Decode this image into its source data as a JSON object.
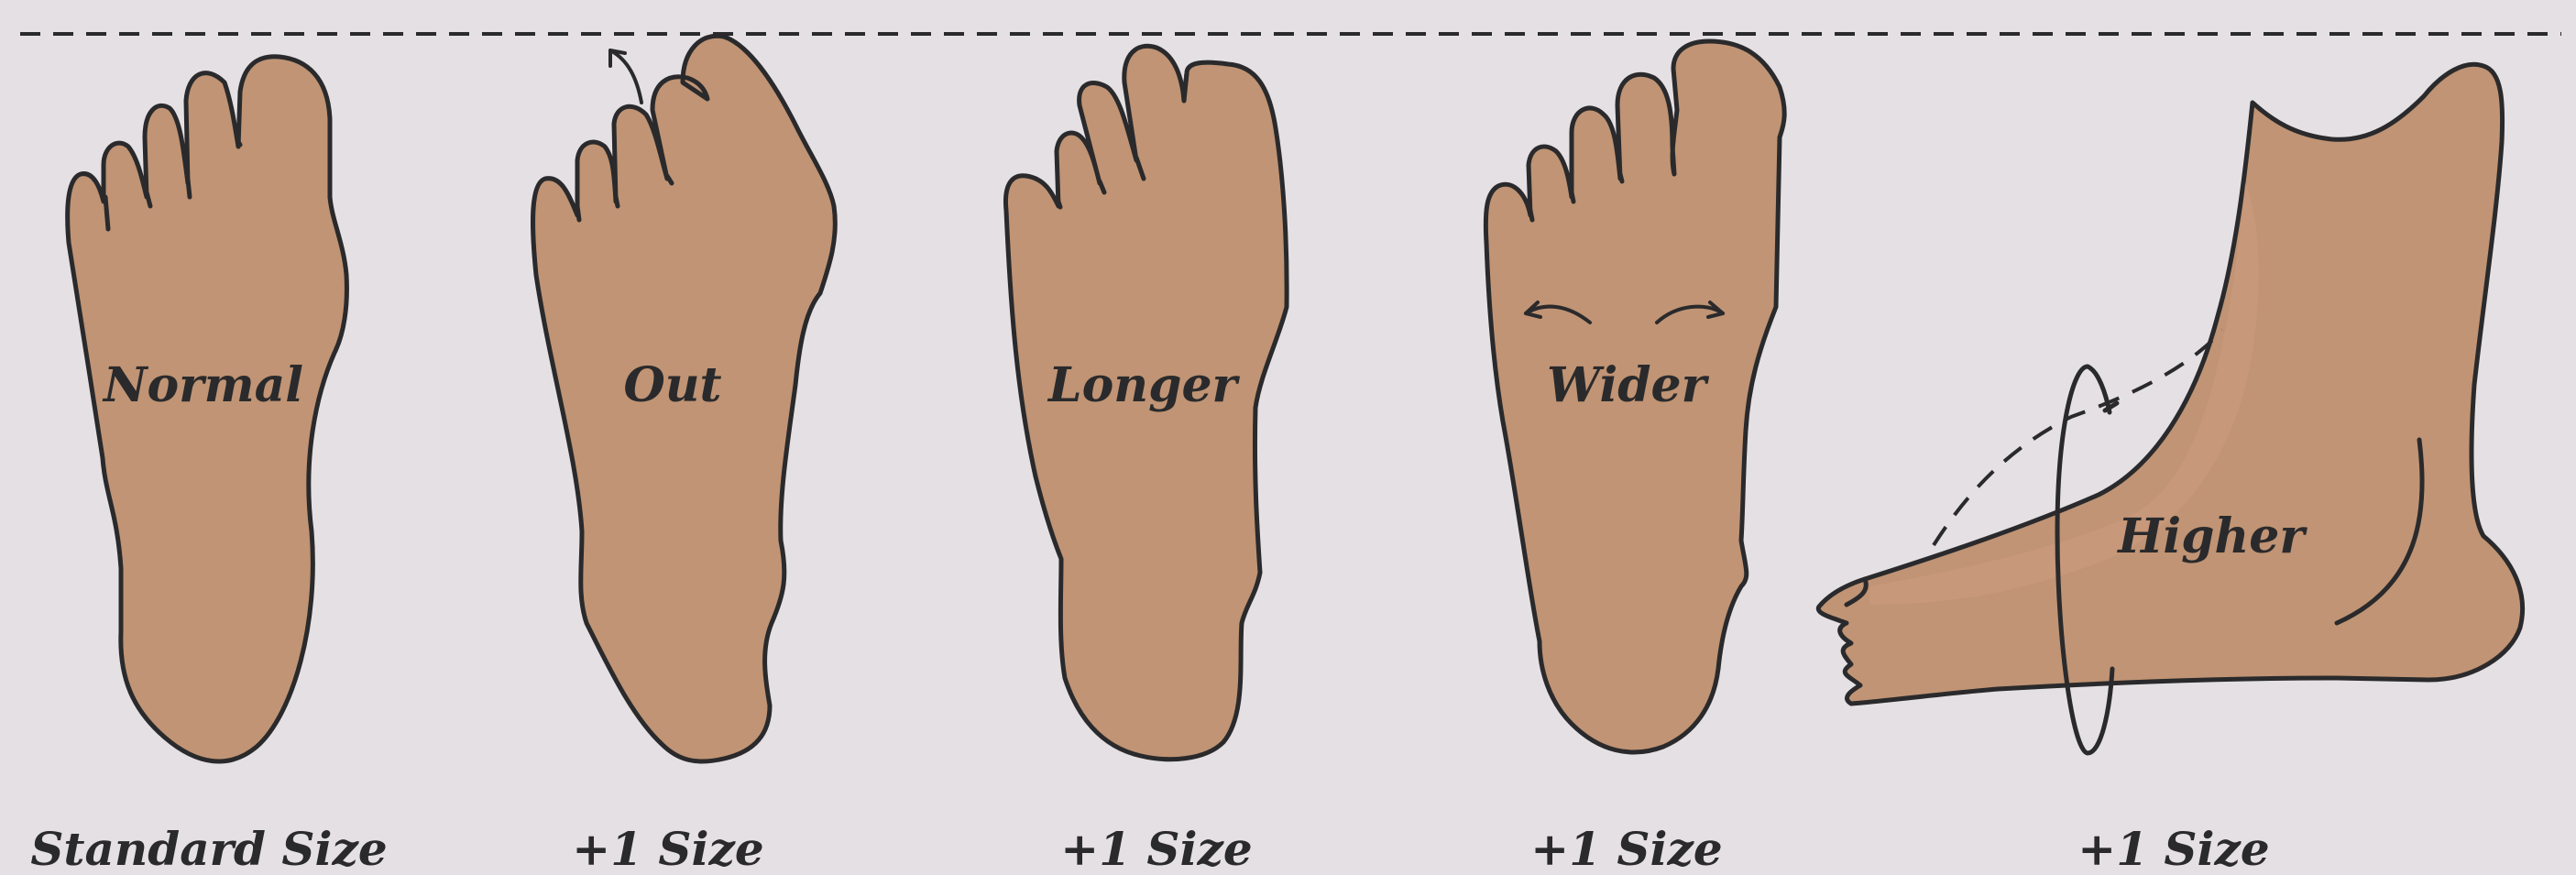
{
  "feet": [
    {
      "label": "Normal",
      "caption": "Standard Size"
    },
    {
      "label": "Out",
      "caption": "+1 Size"
    },
    {
      "label": "Longer",
      "caption": "+1 Size"
    },
    {
      "label": "Wider",
      "caption": "+1 Size"
    },
    {
      "label": "Higher",
      "caption": "+1 Size"
    }
  ],
  "colors": {
    "background": "#e4e0e3",
    "skin": "#c09474",
    "outline": "#2a2a2c",
    "highlight": "#cc9a80"
  }
}
